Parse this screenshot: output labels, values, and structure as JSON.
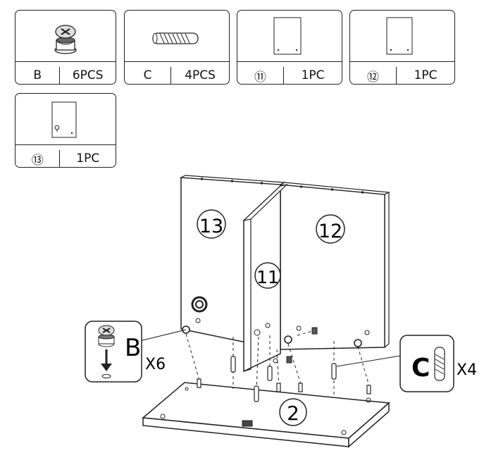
{
  "parts": [
    {
      "code": "B",
      "qty": "6PCS",
      "icon": "cam-lock-icon"
    },
    {
      "code": "C",
      "qty": "4PCS",
      "icon": "wood-dowel-icon"
    },
    {
      "code": "⑪",
      "qty": "1PC",
      "icon": "panel-icon"
    },
    {
      "code": "⑫",
      "qty": "1PC",
      "icon": "panel-icon"
    },
    {
      "code": "⑬",
      "qty": "1PC",
      "icon": "panel-hole-icon"
    }
  ],
  "diagram": {
    "panel_left": "13",
    "panel_right": "12",
    "panel_middle": "11",
    "panel_base": "2",
    "callout_b": {
      "letter": "B",
      "count": "X6"
    },
    "callout_c": {
      "letter": "C",
      "count": "X4"
    }
  }
}
